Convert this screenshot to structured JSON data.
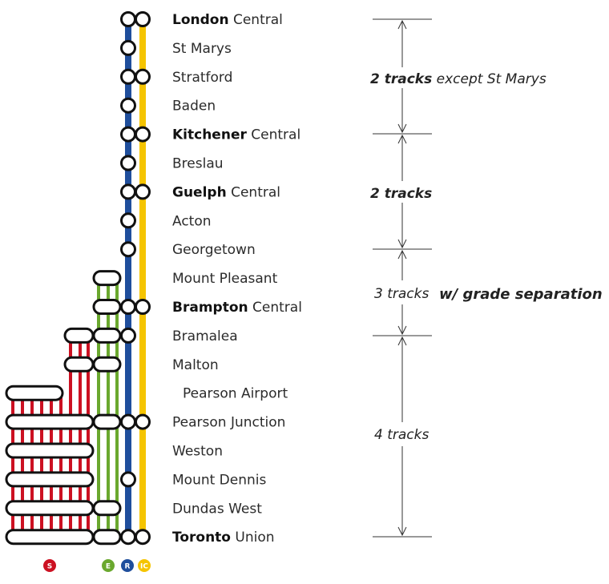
{
  "colors": {
    "S": "#cc1122",
    "E": "#6aa82e",
    "R": "#1f4e9c",
    "IC": "#f5c400"
  },
  "stations": [
    {
      "name": "London",
      "suffix": " Central",
      "bold": true,
      "stops": [
        "R",
        "IC"
      ]
    },
    {
      "name": "St Marys",
      "suffix": "",
      "bold": false,
      "stops": [
        "R"
      ]
    },
    {
      "name": "Stratford",
      "suffix": "",
      "bold": false,
      "stops": [
        "R",
        "IC"
      ]
    },
    {
      "name": "Baden",
      "suffix": "",
      "bold": false,
      "stops": [
        "R"
      ]
    },
    {
      "name": "Kitchener",
      "suffix": " Central",
      "bold": true,
      "stops": [
        "R",
        "IC"
      ]
    },
    {
      "name": "Breslau",
      "suffix": "",
      "bold": false,
      "stops": [
        "R"
      ]
    },
    {
      "name": "Guelph",
      "suffix": " Central",
      "bold": true,
      "stops": [
        "R",
        "IC"
      ]
    },
    {
      "name": "Acton",
      "suffix": "",
      "bold": false,
      "stops": [
        "R"
      ]
    },
    {
      "name": "Georgetown",
      "suffix": "",
      "bold": false,
      "stops": [
        "R"
      ]
    },
    {
      "name": "Mount Pleasant",
      "suffix": "",
      "bold": false,
      "stops": [
        "E"
      ]
    },
    {
      "name": "Brampton",
      "suffix": " Central",
      "bold": true,
      "stops": [
        "E",
        "R",
        "IC"
      ]
    },
    {
      "name": "Bramalea",
      "suffix": "",
      "bold": false,
      "stops": [
        "S",
        "E",
        "R"
      ]
    },
    {
      "name": "Malton",
      "suffix": "",
      "bold": false,
      "stops": [
        "S",
        "E"
      ]
    },
    {
      "name": "Pearson Airport",
      "suffix": "",
      "bold": false,
      "stops": [
        "S"
      ]
    },
    {
      "name": "Pearson Junction",
      "suffix": "",
      "bold": false,
      "stops": [
        "S",
        "E",
        "R",
        "IC"
      ]
    },
    {
      "name": "Weston",
      "suffix": "",
      "bold": false,
      "stops": [
        "S"
      ]
    },
    {
      "name": "Mount Dennis",
      "suffix": "",
      "bold": false,
      "stops": [
        "S",
        "R"
      ]
    },
    {
      "name": "Dundas West",
      "suffix": "",
      "bold": false,
      "stops": [
        "S",
        "E"
      ]
    },
    {
      "name": "Toronto",
      "suffix": " Union",
      "bold": true,
      "stops": [
        "S",
        "E",
        "R",
        "IC"
      ]
    }
  ],
  "legend": [
    "S",
    "E",
    "R",
    "IC"
  ],
  "annotations": {
    "seg1_bold": "2 tracks",
    "seg1_rest": " except St Marys",
    "seg2_bold": "2 tracks",
    "seg3_plain": "3 tracks",
    "seg3_bold": "w/ grade separation",
    "seg4_plain": "4 tracks"
  }
}
